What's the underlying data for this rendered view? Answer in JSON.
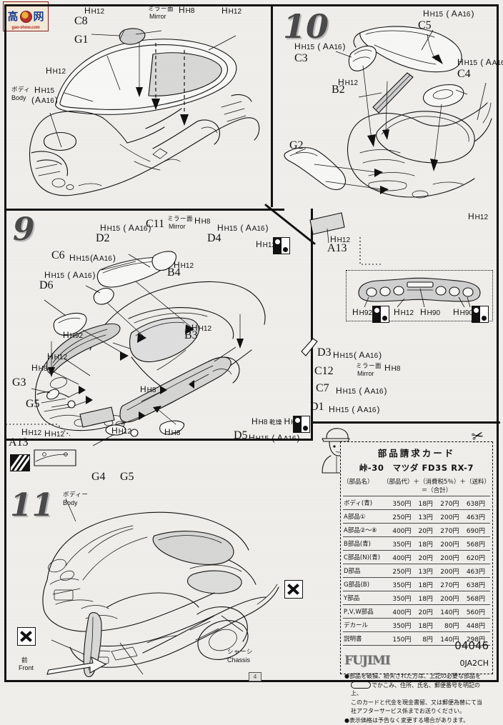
{
  "document": {
    "title": "Fujimi 1/24 Mazda FD3S RX-7 Assembly Instructions",
    "page_marker": "4"
  },
  "watermark": {
    "char1": "高",
    "char2": "网",
    "url": "gao-show.com"
  },
  "steps": {
    "s8": {
      "number": "",
      "labels": {}
    },
    "s9": {
      "number": "9"
    },
    "s10": {
      "number": "10"
    },
    "s11": {
      "number": "11"
    }
  },
  "panel_top_left": {
    "labels": [
      {
        "code": "C8",
        "paint": "H12"
      },
      {
        "code": "G1",
        "paint": ""
      },
      {
        "code": "",
        "paint": "H12"
      }
    ],
    "mirror_jp": "ミラー面",
    "mirror_en": "Mirror",
    "mirror_paint": "H8",
    "body_jp": "ボディ",
    "body_en": "Body",
    "body_paint_main": "H15",
    "body_paint_alt": "A16",
    "left_paint": "H12",
    "right_paint": "H12",
    "top_paint": "H12"
  },
  "panel_step10": {
    "number": "10",
    "parts": [
      {
        "code": "C5",
        "paint_main": "H15",
        "paint_alt": "A16"
      },
      {
        "code": "C3",
        "paint_main": "H15",
        "paint_alt": "A16"
      },
      {
        "code": "C4",
        "paint_main": "H15",
        "paint_alt": "A16"
      },
      {
        "code": "B2",
        "paint_main": "H12",
        "paint_alt": ""
      },
      {
        "code": "G2",
        "paint_main": "",
        "paint_alt": ""
      },
      {
        "code": "A13",
        "paint_main": "H12",
        "paint_alt": ""
      }
    ],
    "body_paint": "H12",
    "inset": {
      "left_code": "H92",
      "mid_code": "H12",
      "mid2_code": "H90",
      "right_code": "H90"
    }
  },
  "panel_step9": {
    "number": "9",
    "parts": [
      {
        "code": "D2",
        "paint_main": "H15",
        "paint_alt": "A16"
      },
      {
        "code": "C6",
        "paint_main": "H15",
        "paint_alt": "A16"
      },
      {
        "code": "D6",
        "paint_main": "H15",
        "paint_alt": "A16"
      },
      {
        "code": "D4",
        "paint_main": "H15",
        "paint_alt": "A16"
      },
      {
        "code": "C11",
        "paint_main": "H8",
        "paint_alt": ""
      },
      {
        "code": "B4",
        "paint_main": "H12",
        "paint_alt": ""
      },
      {
        "code": "B3",
        "paint_main": "H12",
        "paint_alt": ""
      },
      {
        "code": "D3",
        "paint_main": "H15",
        "paint_alt": "A16"
      },
      {
        "code": "C12",
        "paint_main": "H8",
        "paint_alt": ""
      },
      {
        "code": "C7",
        "paint_main": "H15",
        "paint_alt": "A16"
      },
      {
        "code": "D1",
        "paint_main": "H15",
        "paint_alt": "A16"
      },
      {
        "code": "D5",
        "paint_main": "H15",
        "paint_alt": "A16"
      },
      {
        "code": "G3",
        "paint_main": "",
        "paint_alt": ""
      },
      {
        "code": "G4",
        "paint_main": "",
        "paint_alt": ""
      },
      {
        "code": "G5",
        "paint_main": "",
        "paint_alt": ""
      },
      {
        "code": "A13",
        "paint_main": "H12",
        "paint_alt": ""
      }
    ],
    "mirror_jp": "ミラー面",
    "mirror_en": "Mirror",
    "dry_jp": "乾燥",
    "dry_paint_a": "H8",
    "dry_paint_b": "H92",
    "misc_paints": [
      "H92",
      "H12",
      "H8",
      "H12",
      "H12",
      "H12",
      "H8",
      "H92"
    ]
  },
  "panel_step11": {
    "number": "11",
    "body_jp": "ボディー",
    "body_en": "Body",
    "chassis_jp": "シャーシ",
    "chassis_en": "Chassis",
    "front_jp": "前",
    "front_en": "Front"
  },
  "order_card": {
    "title": "部品請求カード",
    "model": "峠-30　マツダ FD3S RX-7",
    "formula_left": "（部品名）",
    "formula_right": "（部品代）＋（消費税5％）＋（送料）＝（合計）",
    "rows": [
      {
        "name": "ボディ(青)",
        "price": "350円",
        "tax": "18円",
        "ship": "270円",
        "total": "638円"
      },
      {
        "name": "A部品①",
        "price": "250円",
        "tax": "13円",
        "ship": "200円",
        "total": "463円"
      },
      {
        "name": "A部品②～⑧",
        "price": "400円",
        "tax": "20円",
        "ship": "270円",
        "total": "690円"
      },
      {
        "name": "B部品(青)",
        "price": "350円",
        "tax": "18円",
        "ship": "200円",
        "total": "568円"
      },
      {
        "name": "C部品(N)(青)",
        "price": "400円",
        "tax": "20円",
        "ship": "200円",
        "total": "620円"
      },
      {
        "name": "D部品",
        "price": "250円",
        "tax": "13円",
        "ship": "200円",
        "total": "463円"
      },
      {
        "name": "G部品(B)",
        "price": "350円",
        "tax": "18円",
        "ship": "270円",
        "total": "638円"
      },
      {
        "name": "Y部品",
        "price": "350円",
        "tax": "18円",
        "ship": "200円",
        "total": "568円"
      },
      {
        "name": "P,V,W部品",
        "price": "400円",
        "tax": "20円",
        "ship": "140円",
        "total": "560円"
      },
      {
        "name": "デカール",
        "price": "350円",
        "tax": "18円",
        "ship": "80円",
        "total": "448円"
      },
      {
        "name": "説明書",
        "price": "150円",
        "tax": "8円",
        "ship": "140円",
        "total": "298円"
      }
    ],
    "brand": "FUJIMI",
    "code": "0JA2CH",
    "number": "04046",
    "notes": [
      "●部品を破損、紛失された方は、上記の必要な部品を",
      "でかこみ、住所、氏名、郵便番号を明記の上、",
      "このカードと代金を現金書留、又は郵便為替にて当",
      "社アフターサービス係までお送りください。",
      "●表示価格は予告なく変更する場合があります。"
    ],
    "columns": [
      "部品名",
      "部品代",
      "消費税5%",
      "送料",
      "合計"
    ]
  }
}
